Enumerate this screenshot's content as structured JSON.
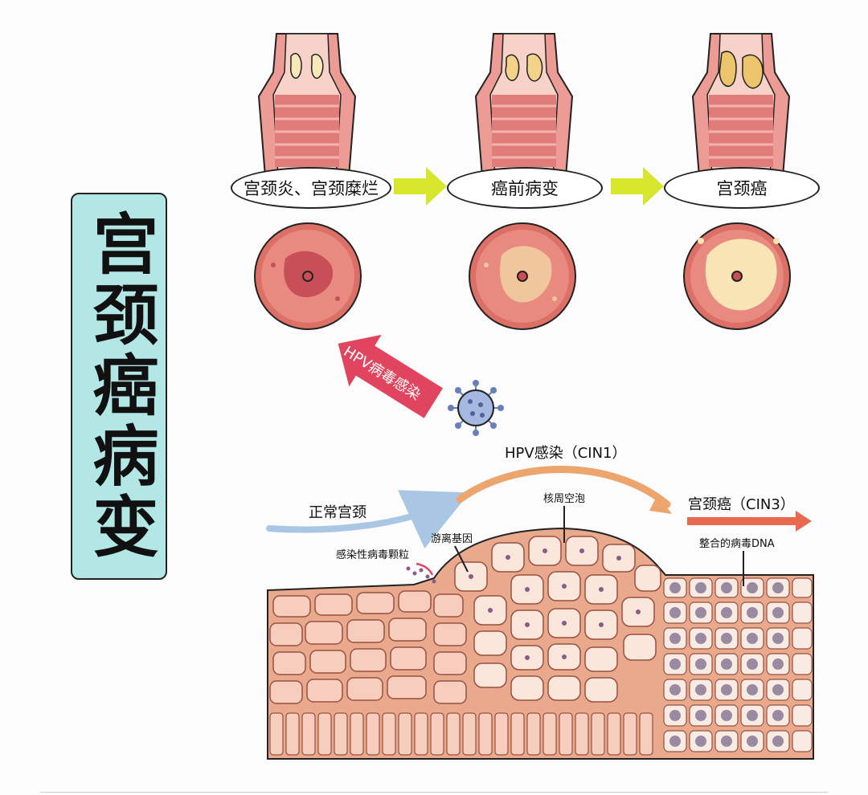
{
  "title": "宫颈癌病变",
  "stages": [
    {
      "label": "宫颈炎、宫颈糜烂"
    },
    {
      "label": "癌前病变"
    },
    {
      "label": "宫颈癌"
    }
  ],
  "hpv_arrow_label": "HPV病毒感染",
  "tissue": {
    "normal": "正常宫颈",
    "hpv_cin1": "HPV感染（CIN1）",
    "cancer_cin3": "宫颈癌（CIN3）",
    "perinuclear_vacuole": "核周空泡",
    "free_gene": "游离基因",
    "infectious_particles": "感染性病毒颗粒",
    "integrated_dna": "整合的病毒DNA"
  },
  "colors": {
    "title_bg": "#b2e7e6",
    "stage_arrow": "#d6e62c",
    "hpv_arrow": "#e0445e",
    "virus": "#8fa7d8",
    "flow_normal": "#a9c7e4",
    "flow_cin1": "#eba56d",
    "flow_cin3": "#e8694f",
    "tissue_base": "#e8a98d",
    "cell_fill": "#f7cdbd",
    "cancer_cell": "#f8ebe4"
  }
}
